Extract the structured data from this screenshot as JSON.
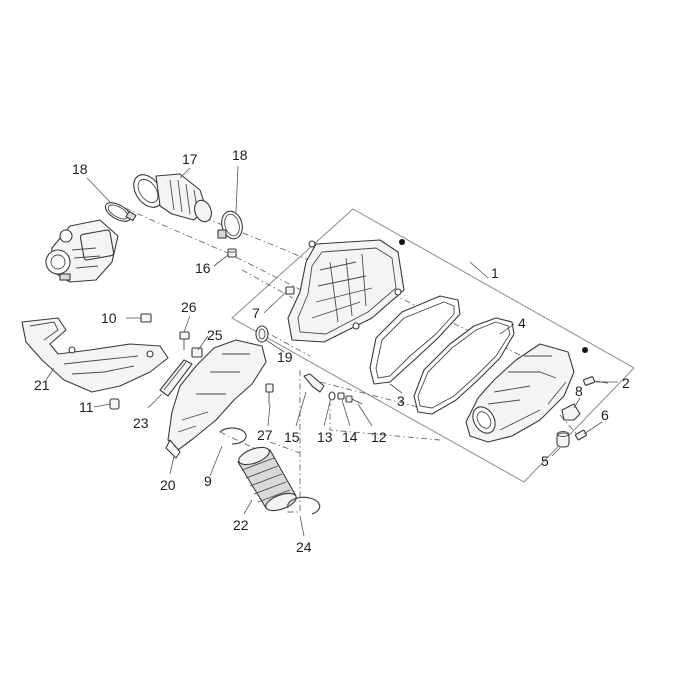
{
  "callouts": {
    "c1": "1",
    "c2": "2",
    "c3": "3",
    "c4": "4",
    "c5": "5",
    "c6": "6",
    "c7": "7",
    "c8": "8",
    "c9": "9",
    "c10": "10",
    "c11": "11",
    "c12": "12",
    "c13": "13",
    "c14": "14",
    "c15": "15",
    "c16": "16",
    "c17": "17",
    "c18a": "18",
    "c18b": "18",
    "c19": "19",
    "c20": "20",
    "c21": "21",
    "c22": "22",
    "c23": "23",
    "c24": "24",
    "c25": "25",
    "c26": "26",
    "c27": "27"
  },
  "colors": {
    "line": "#3a3a3a",
    "fill": "#f4f4f4",
    "background": "#ffffff"
  }
}
